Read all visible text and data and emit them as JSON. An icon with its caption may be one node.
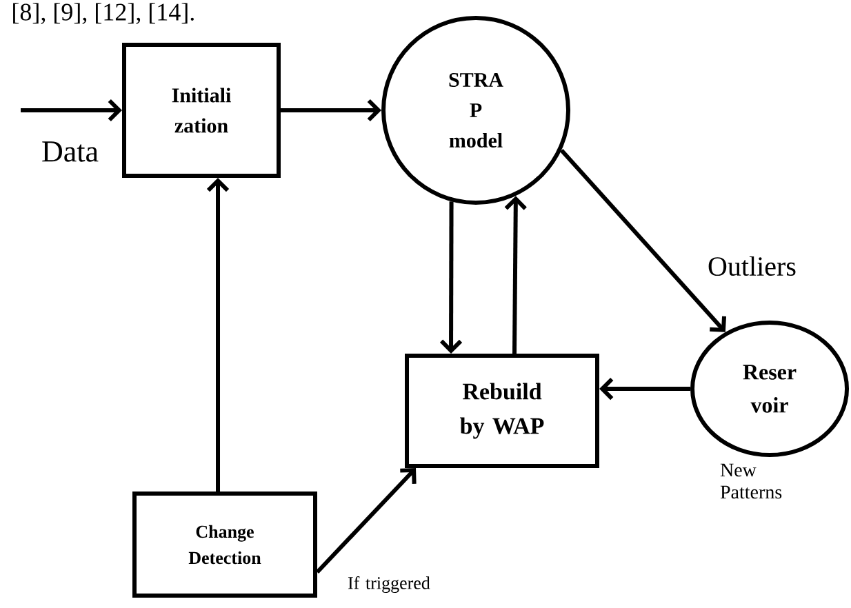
{
  "diagram": {
    "nodes": [
      {
        "text": [
          "Initiali zation"
        ]
      },
      {
        "text": [
          "STRA P model"
        ]
      },
      {
        "text": [
          "Rebuild by WAP"
        ]
      },
      {
        "text": [
          "Reser voir"
        ]
      },
      {
        "text": [
          "Change Detection"
        ]
      }
    ],
    "edges": [
      {
        "from": null,
        "to": 0,
        "arrow": "to",
        "label": "Data"
      },
      {
        "from": 0,
        "to": 1,
        "arrow": "to"
      },
      {
        "from": 1,
        "to": 2,
        "arrow": "to"
      },
      {
        "from": 2,
        "to": 1,
        "arrow": "to"
      },
      {
        "from": 1,
        "to": 3,
        "arrow": "to",
        "label": "Outliers"
      },
      {
        "from": 3,
        "to": 2,
        "arrow": "to",
        "label": "New Patterns"
      },
      {
        "from": 4,
        "to": 0,
        "arrow": "to"
      },
      {
        "from": 4,
        "to": 2,
        "arrow": "to",
        "label": "If triggered"
      }
    ],
    "labels": [
      "[8], [9], [12], [14]."
    ]
  }
}
